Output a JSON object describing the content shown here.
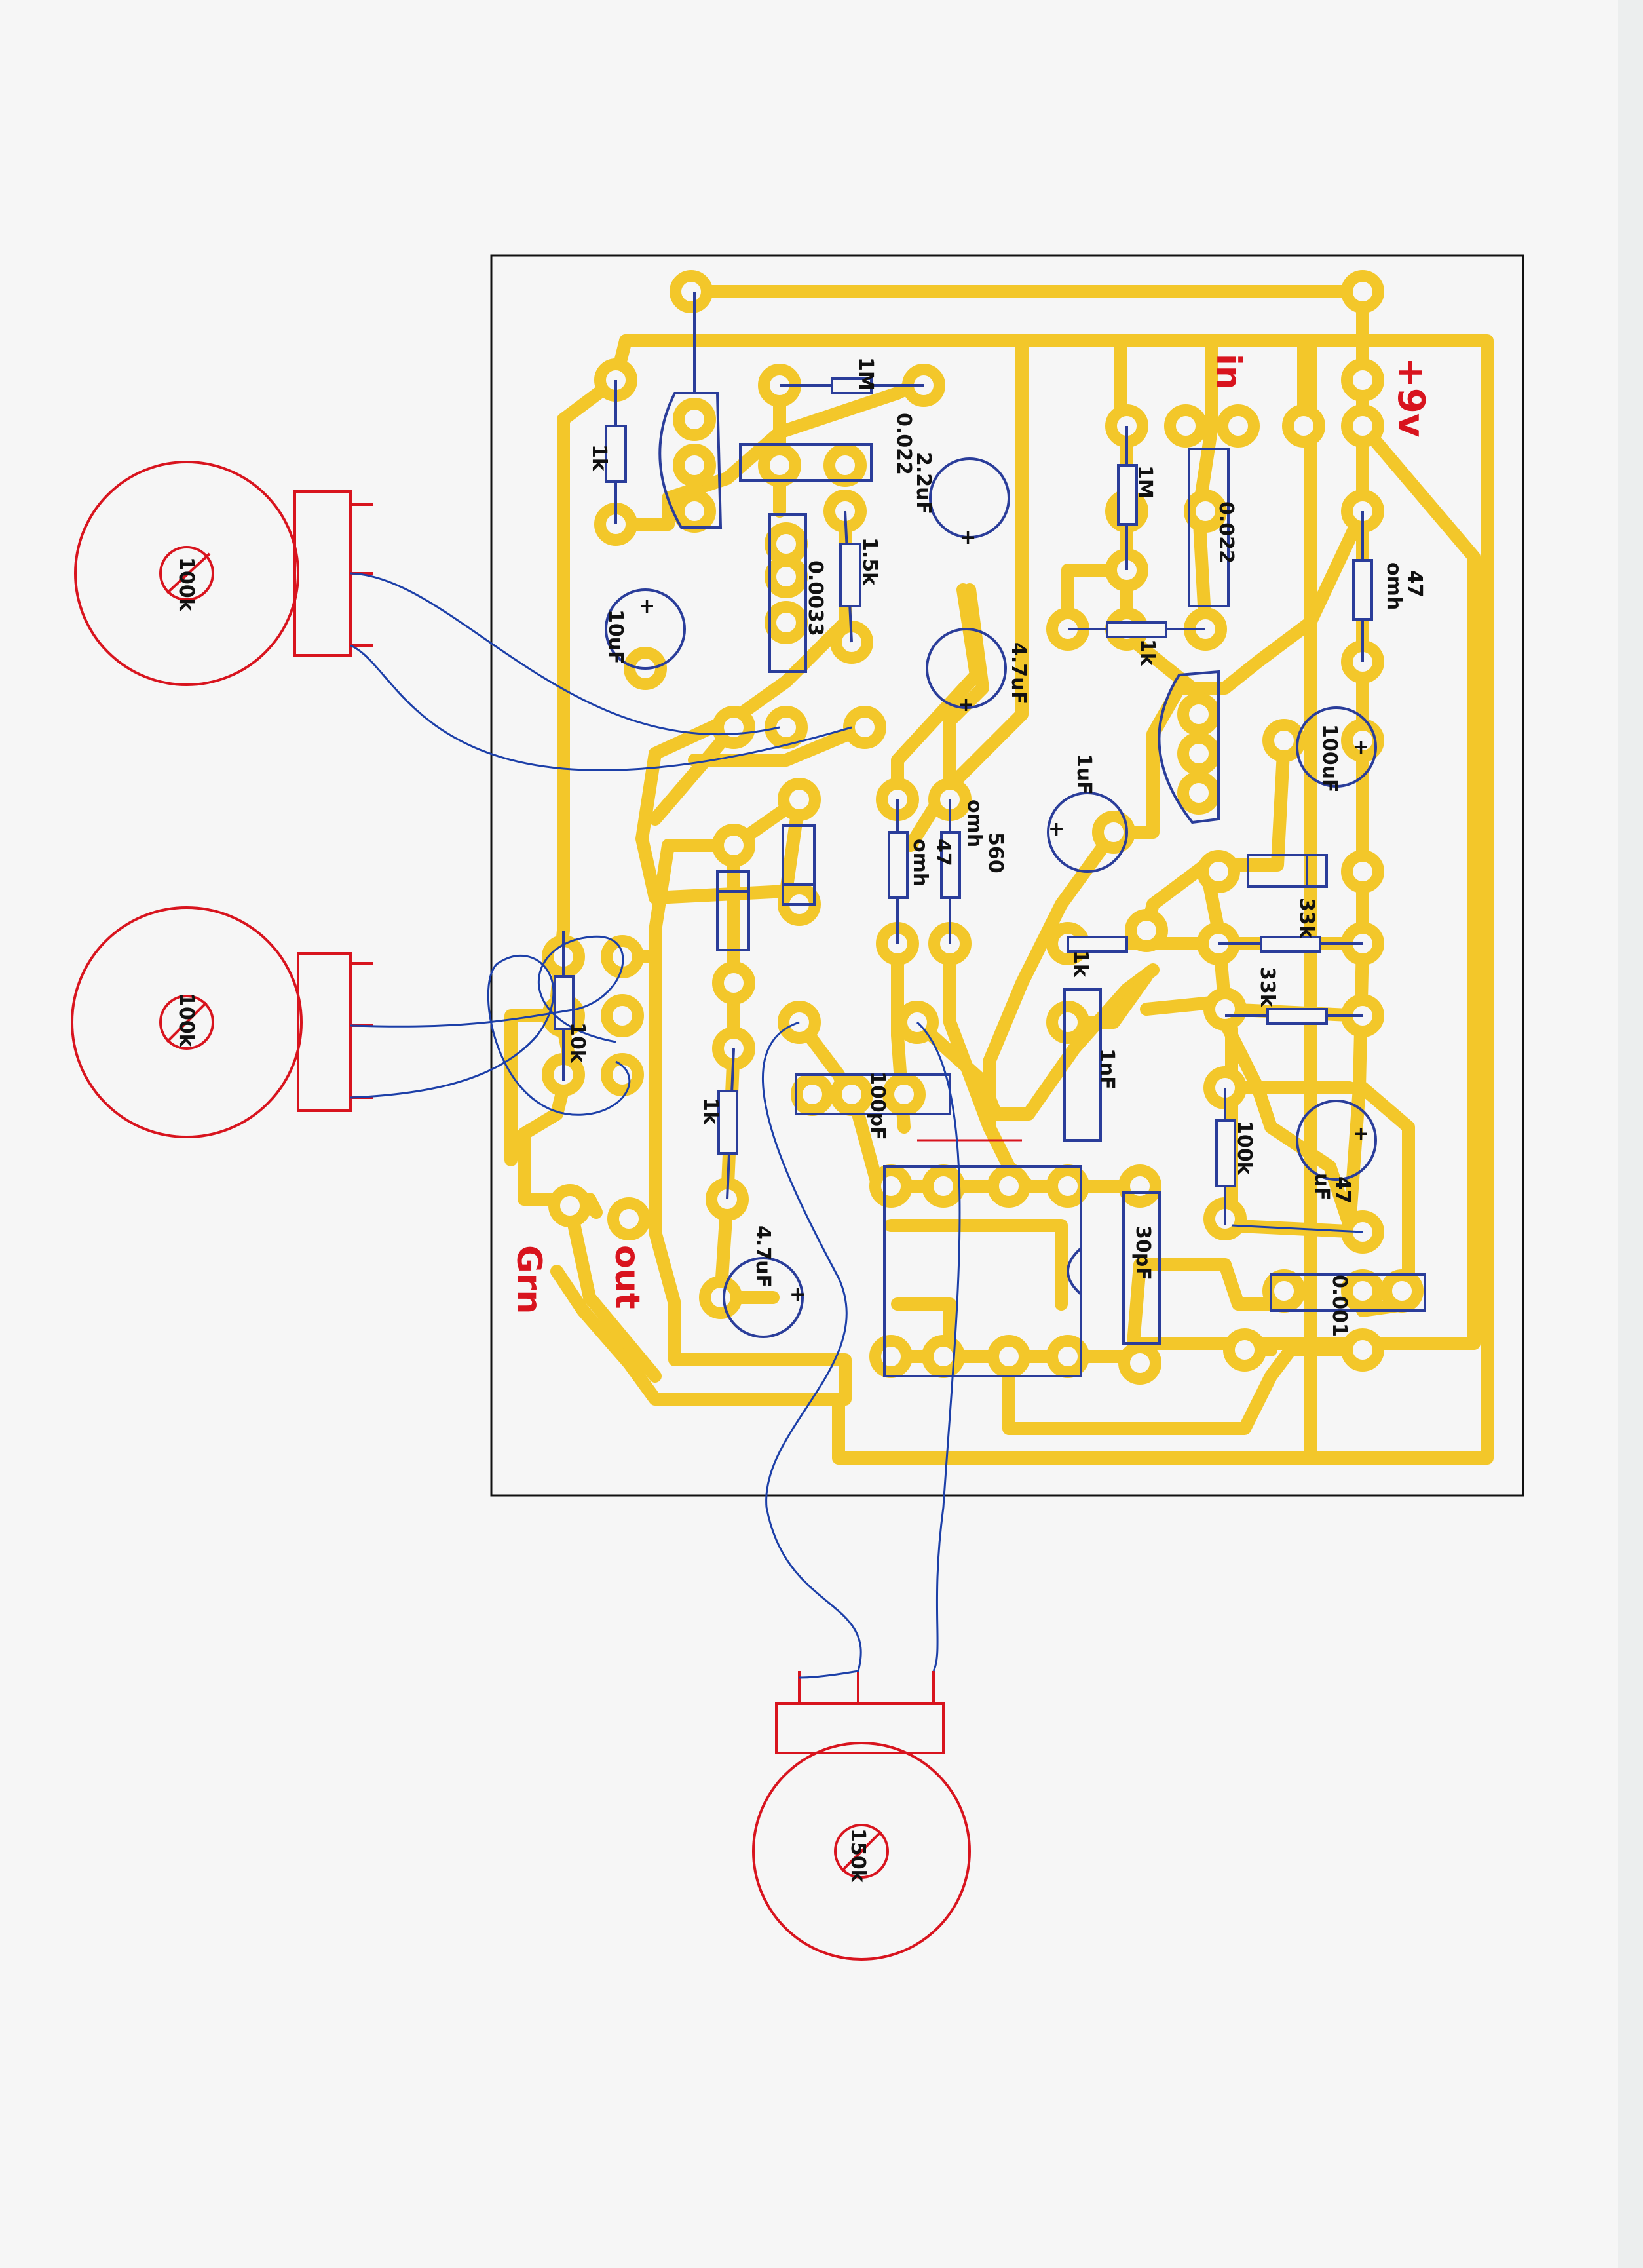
{
  "colors": {
    "trace": "#f3c72a",
    "part": "#2a3d9a",
    "pot": "#d8141e",
    "wire": "#1c3fa8",
    "board": "#111111",
    "paper": "#f6f6f6"
  },
  "labels": {
    "r_1k_top": "1k",
    "r_1m_a": "1M",
    "c_0022_a": "0.022",
    "c_22uf": "2.2uF",
    "r_15k": "1.5k",
    "c_00033": "0.0033",
    "c_10uf": "10uF",
    "c_47uf_a": "4.7uF",
    "r_560": "560",
    "r_560_unit": "omh",
    "r_47_a": "47",
    "r_47_a_unit": "omh",
    "r_1m_b": "1M",
    "c_0022_b": "0.022",
    "r_1k_b": "1k",
    "r_47_b": "47",
    "r_47_b_unit": "omh",
    "c_100uf": "100uF",
    "c_1uf": "1uF",
    "r_33k_a": "33k",
    "r_33k_b": "33k",
    "r_1k_c": "1k",
    "c_1nf": "1nF",
    "r_100k": "100k",
    "c_47uf_b": "47",
    "c_47uf_b_unit": "uF",
    "c_30pf": "30pF",
    "c_0001": "0.001",
    "c_100pf": "100pF",
    "r_10k": "10k",
    "r_1k_d": "1k",
    "c_47uf_c": "4.7uF",
    "in": "in",
    "out": "out",
    "grn": "Grn",
    "plus9v": "+9v",
    "pot1": "100k",
    "pot2": "100k",
    "pot3": "150k",
    "plus": "+"
  }
}
